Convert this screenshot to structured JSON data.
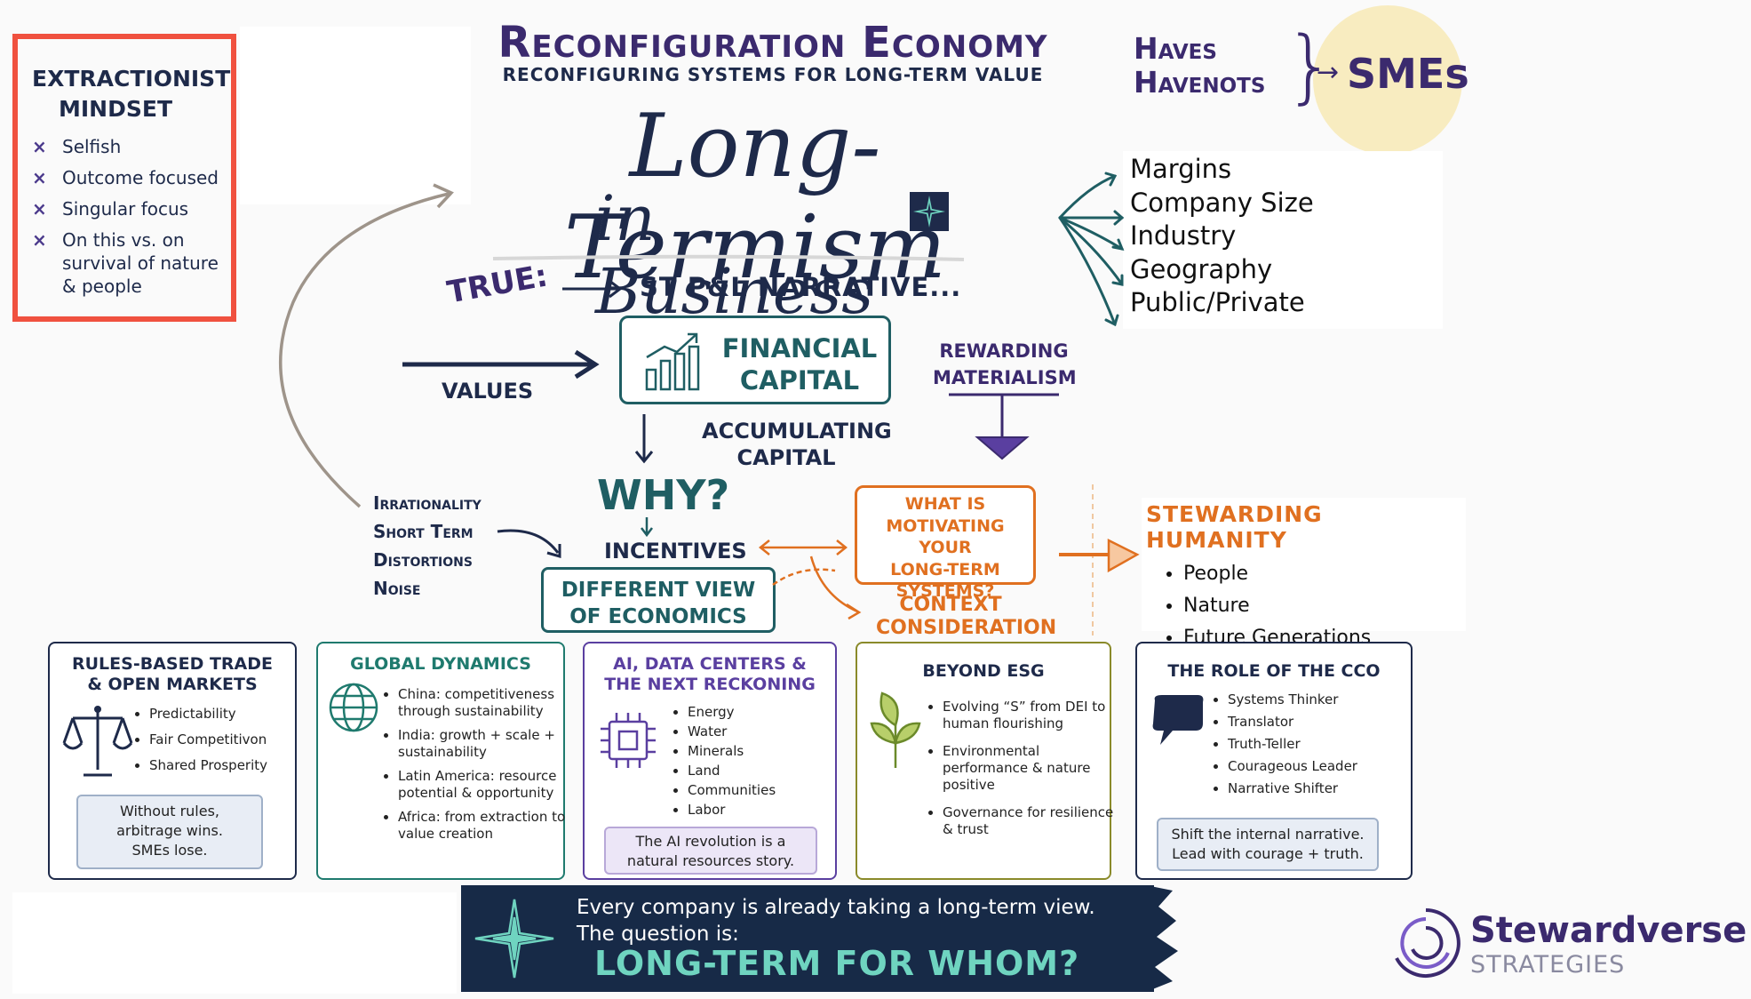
{
  "extractionist": {
    "title_line1": "EXTRACTIONIST",
    "title_line2": "MINDSET",
    "items": [
      "Selfish",
      "Outcome focused",
      "Singular focus",
      "On this vs. on survival of nature & people"
    ],
    "marker": "×"
  },
  "header": {
    "title": "Reconfiguration Economy",
    "subtitle": "RECONFIGURING SYSTEMS FOR LONG-TERM VALUE",
    "headline_line1": "Long-Termism",
    "headline_line2": "in Business"
  },
  "haves": {
    "line1": "Haves",
    "line2": "Havenots",
    "arrow": "→",
    "smes": "SMEs"
  },
  "factors": [
    "Margins",
    "Company Size",
    "Industry",
    "Geography",
    "Public/Private"
  ],
  "flow": {
    "true_label": "TRUE:",
    "narrative": "ST P&L NARRATIVE...",
    "values": "VALUES",
    "financial_capital": [
      "FINANCIAL",
      "CAPITAL"
    ],
    "accumulating_capital": [
      "ACCUMULATING",
      "CAPITAL"
    ],
    "rewarding_materialism": [
      "REWARDING",
      "MATERIALISM"
    ],
    "irrationality": [
      "Irrationality",
      "Short Term",
      "Distortions",
      "Noise"
    ],
    "why": "WHY?",
    "incentives": "INCENTIVES",
    "different_view": [
      "DIFFERENT VIEW",
      "OF ECONOMICS"
    ],
    "motivating": [
      "WHAT IS",
      "MOTIVATING YOUR",
      "LONG-TERM",
      "SYSTEMS?"
    ],
    "context": [
      "CONTEXT",
      "CONSIDERATION"
    ]
  },
  "stewarding": {
    "title": "STEWARDING HUMANITY",
    "items": [
      "People",
      "Nature",
      "Future Generations"
    ]
  },
  "cards": [
    {
      "title": [
        "RULES-BASED TRADE",
        "& OPEN MARKETS"
      ],
      "icon": "scales-icon",
      "items": [
        "Predictability",
        "Fair Competitivon",
        "Shared Prosperity"
      ],
      "note": [
        "Without rules,",
        "arbitrage wins.",
        "SMEs lose."
      ]
    },
    {
      "title": [
        "GLOBAL DYNAMICS"
      ],
      "icon": "globe-icon",
      "items": [
        "China: competitiveness through sustainability",
        "India: growth + scale + sustainability",
        "Latin America: resource potential & opportunity",
        "Africa: from extraction to value creation"
      ]
    },
    {
      "title": [
        "AI, DATA CENTERS &",
        "THE NEXT RECKONING"
      ],
      "icon": "chip-icon",
      "items": [
        "Energy",
        "Water",
        "Minerals",
        "Land",
        "Communities",
        "Labor"
      ],
      "note": [
        "The AI revolution is a",
        "natural resources story."
      ]
    },
    {
      "title": [
        "BEYOND ESG"
      ],
      "icon": "plant-icon",
      "items": [
        "Evolving “S” from DEI to human flourishing",
        "Environmental performance & nature positive",
        "Governance for resilience & trust"
      ]
    },
    {
      "title": [
        "THE ROLE OF THE CCO"
      ],
      "icon": "speech-bubble-icon",
      "items": [
        "Systems Thinker",
        "Translator",
        "Truth-Teller",
        "Courageous Leader",
        "Narrative Shifter"
      ],
      "note": [
        "Shift the internal narrative.",
        "Lead with courage + truth."
      ]
    }
  ],
  "banner": {
    "line1": "Every company is already taking a long-term view.",
    "line2": "The question is:",
    "line3": "LONG-TERM FOR WHOM?"
  },
  "logo": {
    "name": "Stewardverse",
    "sub": "STRATEGIES"
  },
  "colors": {
    "purple": "#3b2a6e",
    "navy": "#1e2a4a",
    "teal": "#1f5e63",
    "orange": "#e07020",
    "red_border": "#f0513f",
    "banner_bg": "#172a47",
    "banner_accent": "#6fd4c0"
  }
}
